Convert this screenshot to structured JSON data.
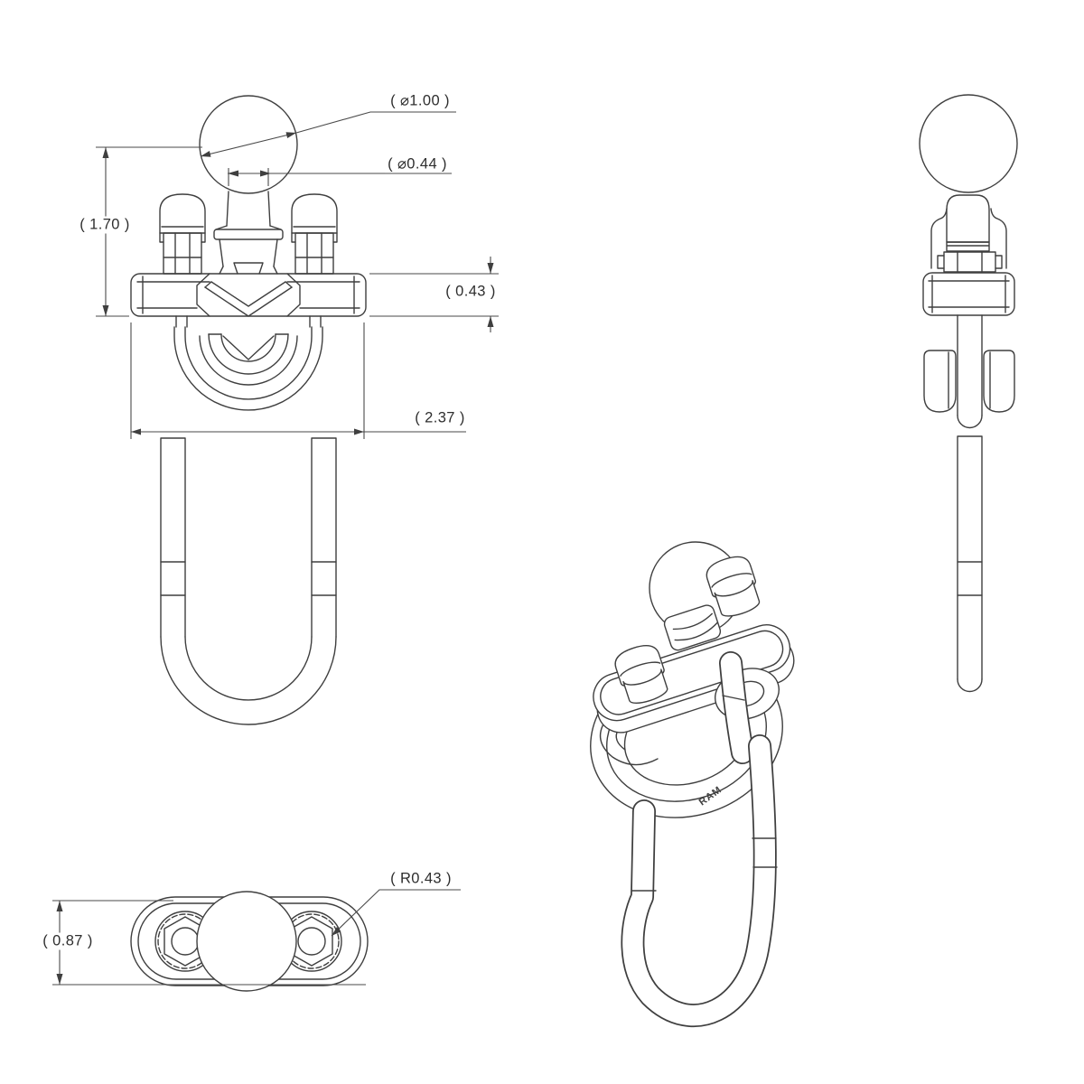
{
  "page": {
    "background_color": "#ffffff"
  },
  "drawing": {
    "line_color": "#3f3f3f",
    "labels": {
      "ball_diameter": "( ⌀1.00 )",
      "neck_diameter": "( ⌀0.44 )",
      "overall_height": "( 1.70 )",
      "plate_thickness": "( 0.43 )",
      "base_width": "( 2.37 )",
      "hole_radius": "( R0.43 )",
      "base_depth": "( 0.87 )",
      "brand_engraving": "RAM"
    }
  }
}
